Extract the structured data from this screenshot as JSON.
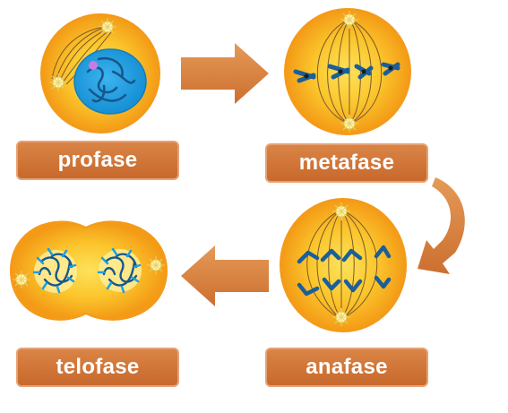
{
  "labels": {
    "profase": "profase",
    "metafase": "metafase",
    "anafase": "anafase",
    "telofase": "telofase"
  },
  "colors": {
    "cell_outer": "#f5a31c",
    "cell_inner": "#fcd23a",
    "nucleus": "#1e9ee0",
    "chromosome": "#1a6fb0",
    "spindle": "#7a5a2a",
    "label_bg": "#c8692c",
    "arrow": "#d7823f",
    "centrosome": "#fff6b0"
  },
  "icons": [
    "cell-profase",
    "cell-metafase",
    "cell-anafase",
    "cell-telofase",
    "arrow-right",
    "arrow-curved",
    "arrow-left"
  ]
}
